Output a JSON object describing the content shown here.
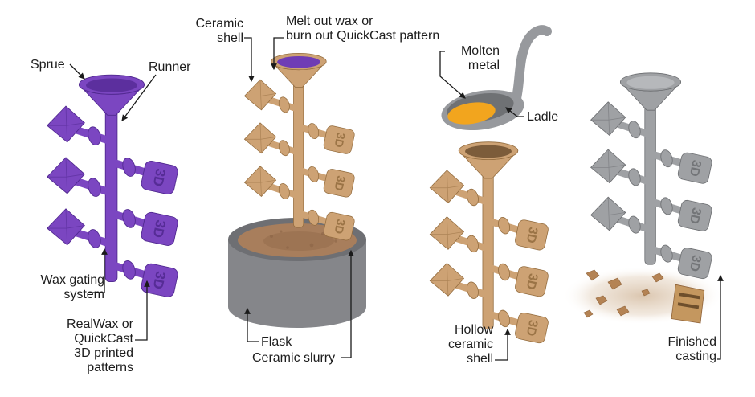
{
  "diagram": {
    "labels": {
      "sprue": "Sprue",
      "runner": "Runner",
      "wax_gating_system": "Wax gating\nsystem",
      "printed_patterns": "RealWax or\nQuickCast\n3D printed\npatterns",
      "ceramic_shell": "Ceramic\nshell",
      "melt_out": "Melt out wax or\nburn out QuickCast pattern",
      "flask": "Flask",
      "ceramic_slurry": "Ceramic slurry",
      "molten_metal": "Molten\nmetal",
      "ladle": "Ladle",
      "hollow_ceramic_shell": "Hollow\nceramic\nshell",
      "finished_casting": "Finished\ncasting"
    },
    "pattern_embossed_text": "3D",
    "colors": {
      "wax_purple": "#7b46c1",
      "ceramic_tan": "#cda274",
      "metal_gray": "#9fa1a4",
      "flask_gray": "#85868a",
      "slurry_brown": "#a87e5c",
      "molten_metal_orange": "#f2a51e",
      "label_text": "#1d1d1d",
      "leader_line": "#1a1a1a",
      "background": "#ffffff"
    }
  }
}
